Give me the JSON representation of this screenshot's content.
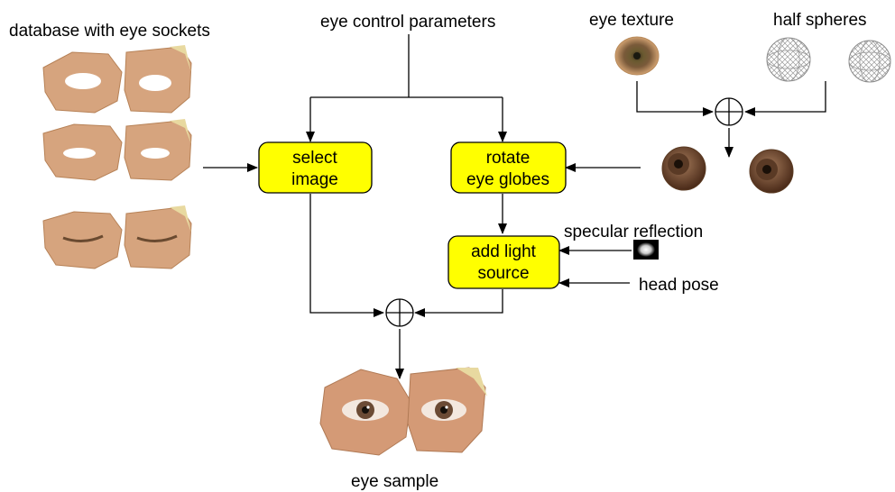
{
  "labels": {
    "database": "database with eye sockets",
    "control_params": "eye control parameters",
    "eye_texture": "eye texture",
    "half_spheres": "half spheres",
    "specular": "specular reflection",
    "head_pose": "head pose",
    "eye_sample": "eye sample"
  },
  "boxes": {
    "select": [
      "select",
      "image"
    ],
    "rotate": [
      "rotate",
      "eye globes"
    ],
    "light": [
      "add light",
      "source"
    ]
  },
  "colors": {
    "box_fill": "#ffff00",
    "skin": "#d7a57e",
    "skin_dark": "#b9805a",
    "iris": "#7a4a2a",
    "eyeball": "#6b3f25",
    "hair": "#e8d9a0"
  }
}
